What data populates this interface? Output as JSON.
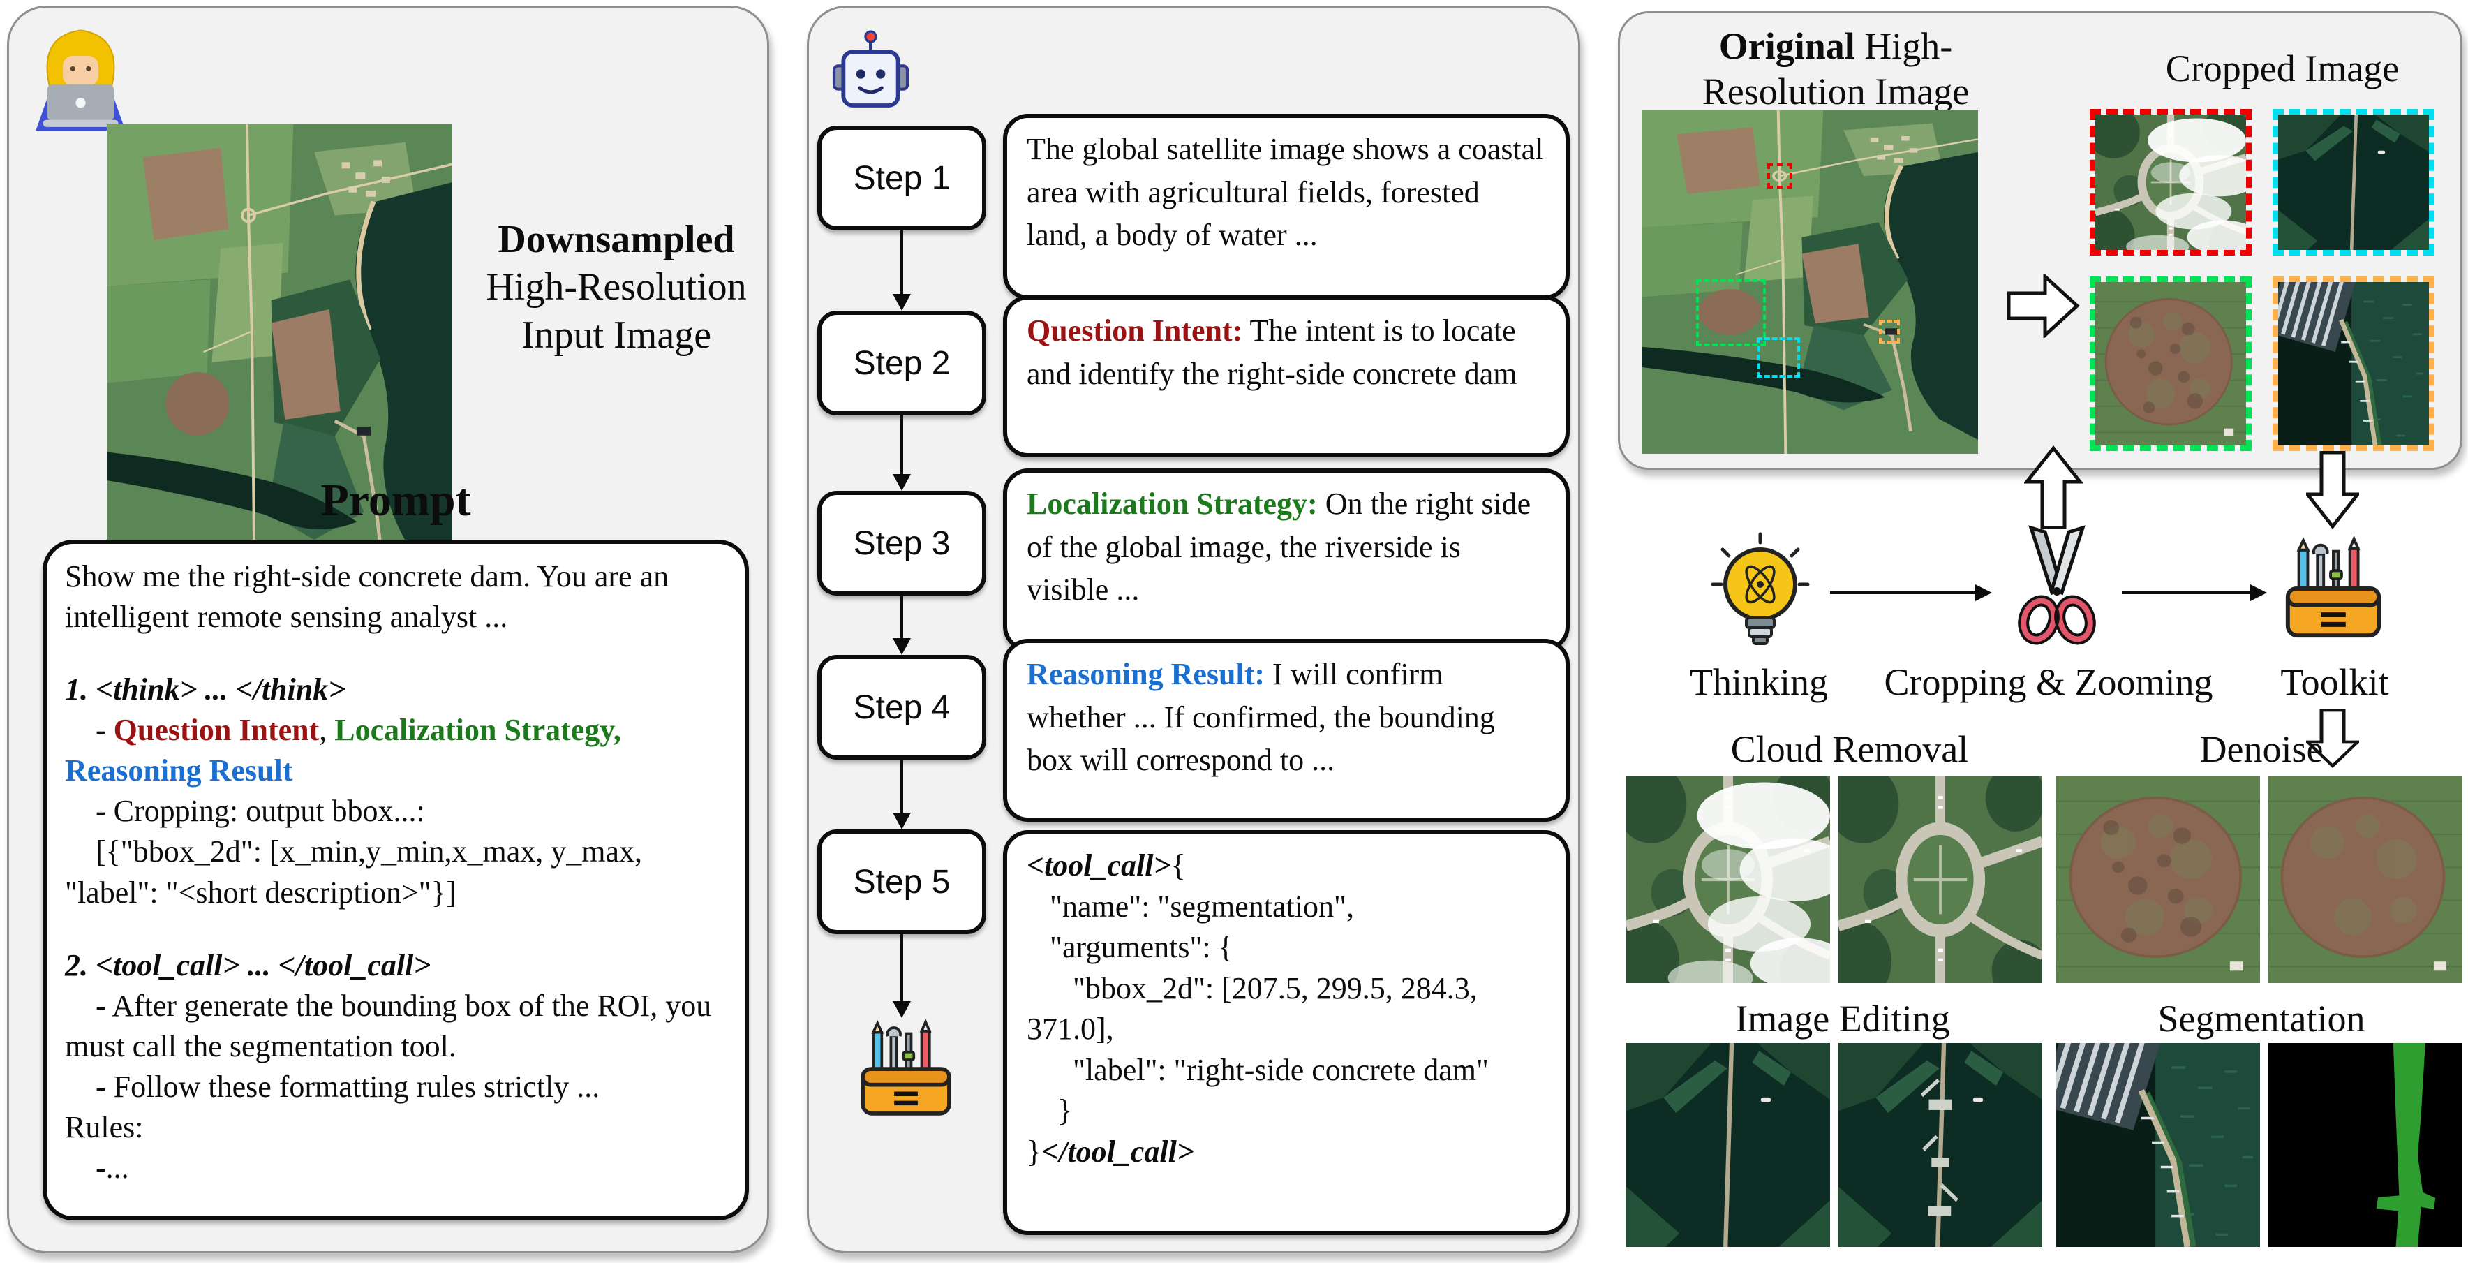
{
  "colors": {
    "accent_red": "#9b1212",
    "accent_green": "#1c7a1c",
    "accent_blue": "#1b6fd0",
    "panel_bg": "#f2f2f3",
    "roi_red": "#f20000",
    "roi_cyan": "#00dff0",
    "roi_green": "#00e356",
    "roi_orange": "#ffb04d"
  },
  "icons": {
    "user": "woman-technologist-icon",
    "agent": "robot-icon",
    "thinking": "lightbulb-atom-icon",
    "cropping": "scissors-icon",
    "toolkit": "toolbox-icon"
  },
  "left": {
    "caption1": "Downsampled",
    "caption2": "High-Resolution",
    "caption3": "Input Image",
    "heading": "Prompt",
    "prompt_p1": "Show me the right-side concrete dam. You are an intelligent remote sensing analyst ...",
    "prompt_p2": "1. <think> ... </think>",
    "prompt_p3": [
      {
        "t": "    - ",
        "c": ""
      },
      {
        "t": "Question Intent",
        "c": "qi"
      },
      {
        "t": ", ",
        "c": ""
      },
      {
        "t": "Localization Strategy,",
        "c": "ls"
      },
      {
        "t": " ",
        "c": ""
      },
      {
        "t": "Reasoning Result",
        "c": "rr"
      }
    ],
    "prompt_p4": "    - Cropping: output bbox...:",
    "prompt_p5": "    [{\"bbox_2d\": [x_min,y_min,x_max, y_max, \"label\": \"<short description>\"}]",
    "prompt_p6": "2. <tool_call> ... </tool_call>",
    "prompt_p7": "    - After generate the bounding box of the ROI, you must call the segmentation tool.",
    "prompt_p8": "    - Follow these formatting rules strictly ...",
    "prompt_p9": "Rules:",
    "prompt_p10": "    -..."
  },
  "middle": {
    "steps": [
      {
        "label": "Step 1"
      },
      {
        "label": "Step 2"
      },
      {
        "label": "Step 3"
      },
      {
        "label": "Step 4"
      },
      {
        "label": "Step 5"
      }
    ],
    "box1": [
      {
        "t": "The global satellite image shows a coastal area with agricultural fields, forested land, a body of water ...",
        "c": ""
      }
    ],
    "box2": [
      {
        "t": "Question Intent:",
        "c": "qi"
      },
      {
        "t": " The intent is to locate and identify the right-side concrete dam",
        "c": ""
      }
    ],
    "box3": [
      {
        "t": "Localization Strategy:",
        "c": "ls"
      },
      {
        "t": " On the right side of the global image, the riverside is visible ...",
        "c": ""
      }
    ],
    "box4": [
      {
        "t": "Reasoning Result:",
        "c": "rr"
      },
      {
        "t": " I will confirm whether ... If confirmed, the bounding box will correspond to ...",
        "c": ""
      }
    ],
    "box5_lines": [
      [
        {
          "t": "<tool_call>",
          "c": "tc"
        },
        {
          "t": "{",
          "c": ""
        }
      ],
      [
        {
          "t": "   \"name\": \"segmentation\",",
          "c": ""
        }
      ],
      [
        {
          "t": "   \"arguments\": {",
          "c": ""
        }
      ],
      [
        {
          "t": "      \"bbox_2d\": [207.5, 299.5, 284.3, 371.0],",
          "c": ""
        }
      ],
      [
        {
          "t": "      \"label\": \"right-side concrete dam\"",
          "c": ""
        }
      ],
      [
        {
          "t": "    }",
          "c": ""
        }
      ],
      [
        {
          "t": "}",
          "c": ""
        },
        {
          "t": "</tool_call>",
          "c": "tc"
        }
      ]
    ]
  },
  "right": {
    "original_title_bold": "Original",
    "original_title_rest": " High-",
    "original_title_line2": "Resolution Image",
    "cropped_title": "Cropped Image",
    "thinking_label": "Thinking",
    "cropping_label": "Cropping & Zooming",
    "toolkit_label": "Toolkit",
    "cloud_removal_label": "Cloud Removal",
    "denoise_label": "Denoise",
    "image_editing_label": "Image Editing",
    "segmentation_label": "Segmentation"
  }
}
